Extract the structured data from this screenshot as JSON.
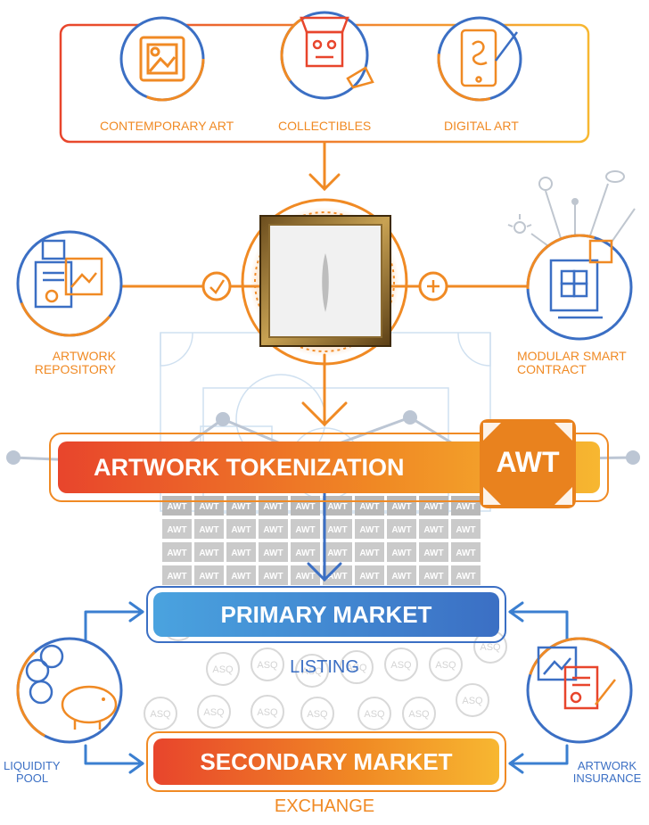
{
  "sources": [
    {
      "label": "CONTEMPORARY ART"
    },
    {
      "label": "COLLECTIBLES"
    },
    {
      "label": "DIGITAL ART"
    }
  ],
  "left_node": {
    "label_line1": "ARTWORK",
    "label_line2": "REPOSITORY",
    "connector": "check"
  },
  "right_node": {
    "label_line1": "MODULAR SMART",
    "label_line2": "CONTRACT",
    "connector": "plus"
  },
  "tokenization": {
    "label": "ARTWORK TOKENIZATION",
    "badge": "AWT"
  },
  "token_chip_label": "AWT",
  "primary": {
    "label": "PRIMARY MARKET",
    "caption": "LISTING"
  },
  "secondary": {
    "label": "SECONDARY MARKET",
    "caption": "EXCHANGE"
  },
  "liquidity": {
    "label_line1": "LIQUIDITY",
    "label_line2": "POOL"
  },
  "insurance": {
    "label_line1": "ARTWORK",
    "label_line2": "INSURANCE"
  },
  "watermark_label": "ASQ",
  "colors": {
    "orange": "#f08a24",
    "red": "#e8452c",
    "yellow": "#f7b731",
    "blue": "#3b6fc4",
    "lightblue": "#4aa3df"
  }
}
